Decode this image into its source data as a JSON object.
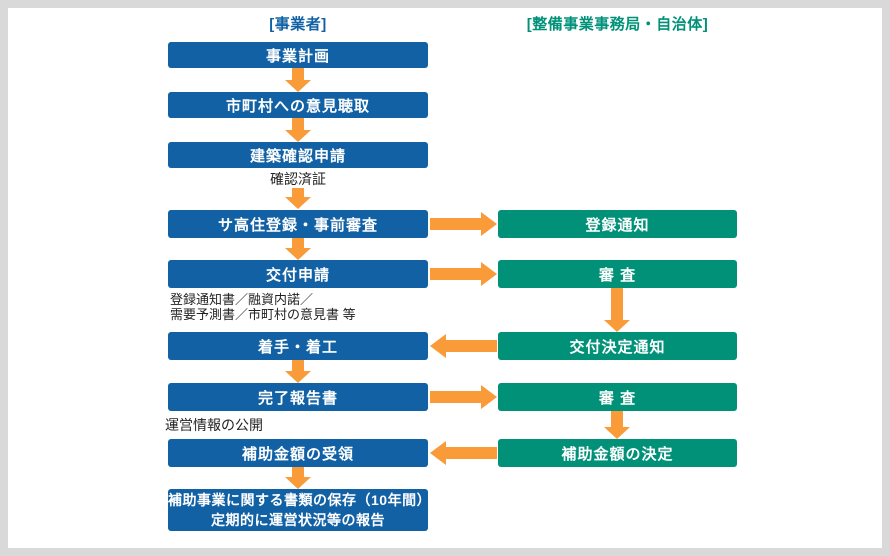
{
  "colors": {
    "operator_blue": "#1161a4",
    "office_teal": "#009178",
    "arrow_orange": "#f89b38",
    "frame_gray": "#d9d9d9"
  },
  "headers": {
    "operator": "[事業者]",
    "office": "[整備事業事務局・自治体]"
  },
  "operator_column": {
    "box_business_plan": "事業計画",
    "box_municipal_hearing": "市町村への意見聴取",
    "box_building_confirmation": "建築確認申請",
    "note_confirmation_certificate": "確認済証",
    "box_registration_screening": "サ高住登録・事前審査",
    "box_grant_application": "交付申請",
    "note_attachments_line1": "登録通知書／融資内諾／",
    "note_attachments_line2": "需要予測書／市町村の意見書 等",
    "box_start_construction": "着手・着工",
    "box_completion_report": "完了報告書",
    "note_operation_info": "運営情報の公開",
    "box_subsidy_receipt": "補助金額の受領",
    "box_document_storage_line1": "補助事業に関する書類の保存（10年間）",
    "box_document_storage_line2": "定期的に運営状況等の報告"
  },
  "office_column": {
    "box_registration_notice": "登録通知",
    "box_screening_1": "審 査",
    "box_grant_decision_notice": "交付決定通知",
    "box_screening_2": "審 査",
    "box_subsidy_decision": "補助金額の決定"
  }
}
